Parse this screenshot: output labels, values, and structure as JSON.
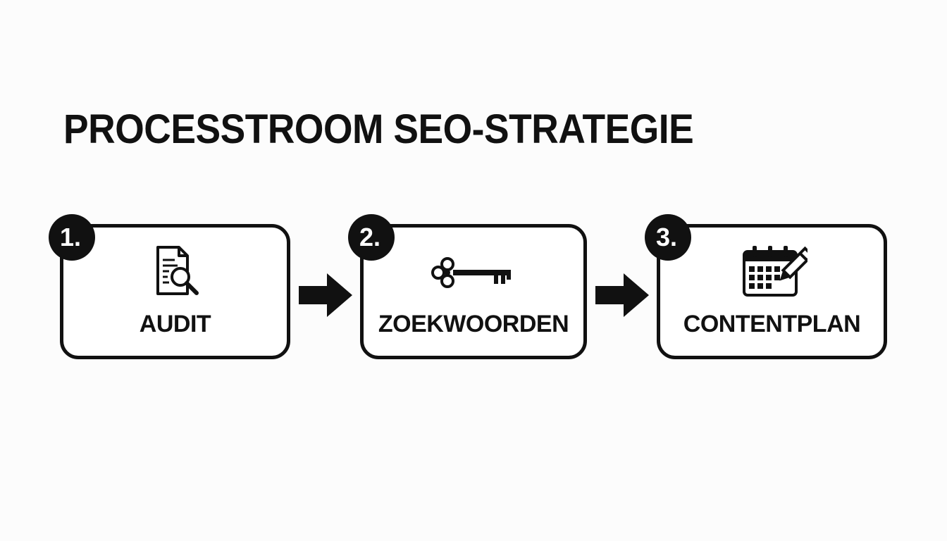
{
  "title": "PROCESSTROOM SEO-STRATEGIE",
  "steps": [
    {
      "number": "1.",
      "label": "AUDIT",
      "icon": "document-magnifier-icon"
    },
    {
      "number": "2.",
      "label": "ZOEKWOORDEN",
      "icon": "key-icon"
    },
    {
      "number": "3.",
      "label": "CONTENTPLAN",
      "icon": "calendar-pencil-icon"
    }
  ],
  "colors": {
    "ink": "#111111",
    "background": "#fcfcfc",
    "box_fill": "#ffffff"
  }
}
